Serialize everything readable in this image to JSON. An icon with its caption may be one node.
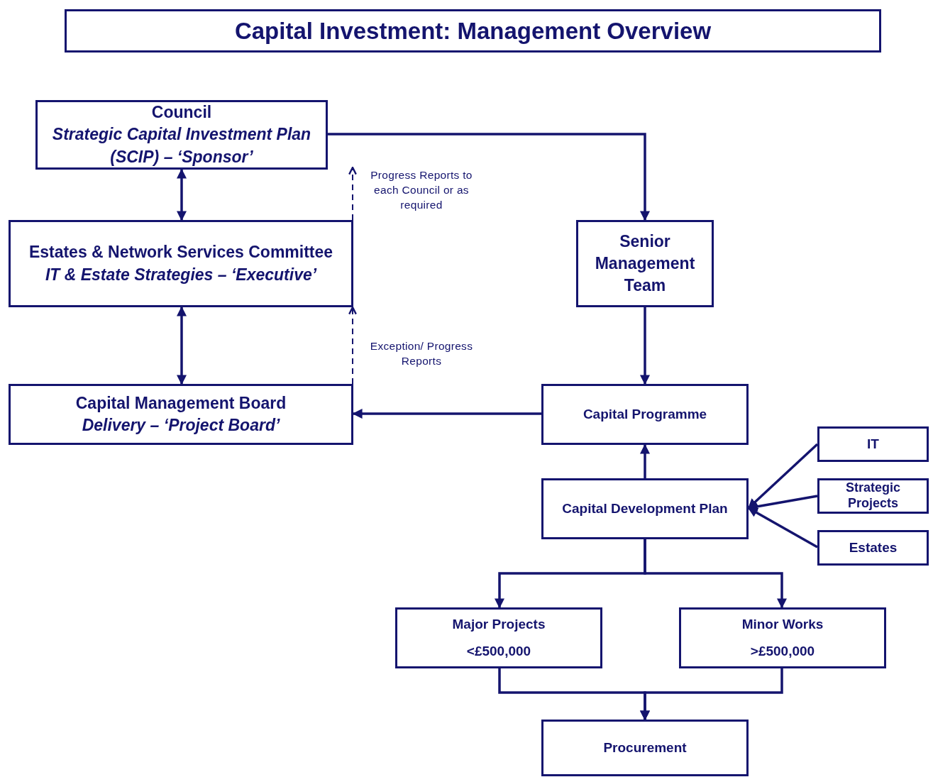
{
  "diagram": {
    "title": "Capital Investment: Management Overview",
    "nodes": [
      {
        "text": [
          "Council",
          "Strategic Capital Investment Plan (SCIP) – ‘Sponsor’"
        ]
      },
      {
        "text": [
          "Estates & Network Services Committee",
          "IT & Estate Strategies – ‘Executive’"
        ]
      },
      {
        "text": [
          "Capital Management Board",
          "Delivery – ‘Project Board’"
        ]
      },
      {
        "text": [
          "Senior Management Team"
        ]
      },
      {
        "text": [
          "Capital Programme"
        ]
      },
      {
        "text": [
          "Capital Development Plan"
        ]
      },
      {
        "text": [
          "IT"
        ]
      },
      {
        "text": [
          "Strategic Projects"
        ]
      },
      {
        "text": [
          "Estates"
        ]
      },
      {
        "text": [
          "Major Projects",
          "<£500,000"
        ]
      },
      {
        "text": [
          "Minor Works",
          ">£500,000"
        ]
      },
      {
        "text": [
          "Procurement"
        ]
      }
    ],
    "edges": [
      {
        "from": 0,
        "to": 3,
        "arrow": "to"
      },
      {
        "from": 0,
        "to": 1,
        "arrow": "both"
      },
      {
        "from": 1,
        "to": 2,
        "arrow": "both"
      },
      {
        "from": 3,
        "to": 4,
        "arrow": "to"
      },
      {
        "from": 4,
        "to": 2,
        "arrow": "to"
      },
      {
        "from": 5,
        "to": 4,
        "arrow": "to"
      },
      {
        "from": 6,
        "to": 5,
        "arrow": "to"
      },
      {
        "from": 7,
        "to": 5,
        "arrow": "to"
      },
      {
        "from": 8,
        "to": 5,
        "arrow": "to"
      },
      {
        "from": 5,
        "to": 9,
        "arrow": "to"
      },
      {
        "from": 5,
        "to": 10,
        "arrow": "to"
      },
      {
        "from": 9,
        "to": 11,
        "arrow": "to"
      },
      {
        "from": 10,
        "to": 11,
        "arrow": "to"
      },
      {
        "from": 1,
        "to": null,
        "arrow": "to",
        "style": "dashed",
        "label": "Progress Reports to each Council or as required"
      },
      {
        "from": 2,
        "to": 1,
        "arrow": "to",
        "style": "dashed",
        "label": "Exception/ Progress Reports"
      }
    ]
  }
}
